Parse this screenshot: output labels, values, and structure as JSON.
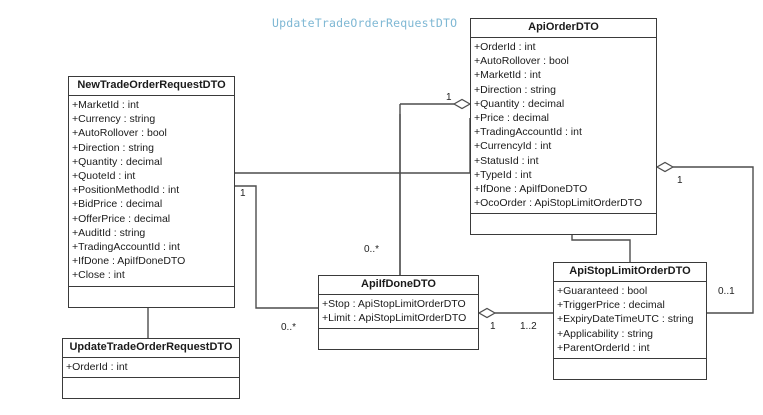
{
  "diagram": {
    "title": "UpdateTradeOrderRequestDTO",
    "title_color": "#7fb8d4",
    "line_color": "#4d4d4d",
    "border_color": "#3a3a3a",
    "background": "#ffffff",
    "classes": [
      {
        "id": "new-trade-order-request-dto",
        "name": "NewTradeOrderRequestDTO",
        "attributes": [
          "+MarketId : int",
          "+Currency : string",
          "+AutoRollover : bool",
          "+Direction : string",
          "+Quantity : decimal",
          "+QuoteId : int",
          "+PositionMethodId : int",
          "+BidPrice : decimal",
          "+OfferPrice : decimal",
          "+AuditId : string",
          "+TradingAccountId : int",
          "+IfDone : ApiIfDoneDTO",
          "+Close : int"
        ],
        "operations": []
      },
      {
        "id": "api-order-dto",
        "name": "ApiOrderDTO",
        "attributes": [
          "+OrderId : int",
          "+AutoRollover : bool",
          "+MarketId : int",
          "+Direction : string",
          "+Quantity : decimal",
          "+Price : decimal",
          "+TradingAccountId : int",
          "+CurrencyId : int",
          "+StatusId : int",
          "+TypeId : int",
          "+IfDone : ApiIfDoneDTO",
          "+OcoOrder : ApiStopLimitOrderDTO"
        ],
        "operations": []
      },
      {
        "id": "api-if-done-dto",
        "name": "ApiIfDoneDTO",
        "attributes": [
          "+Stop : ApiStopLimitOrderDTO",
          "+Limit : ApiStopLimitOrderDTO"
        ],
        "operations": []
      },
      {
        "id": "api-stop-limit-order-dto",
        "name": "ApiStopLimitOrderDTO",
        "attributes": [
          "+Guaranteed : bool",
          "+TriggerPrice : decimal",
          "+ExpiryDateTimeUTC : string",
          "+Applicability : string",
          "+ParentOrderId : int"
        ],
        "operations": []
      },
      {
        "id": "update-trade-order-request-dto",
        "name": "UpdateTradeOrderRequestDTO",
        "attributes": [
          "+OrderId : int"
        ],
        "operations": []
      }
    ],
    "multiplicities": [
      {
        "id": "mult-newtrade-ifdone-source",
        "label": "1"
      },
      {
        "id": "mult-apiorder-left",
        "label": "1"
      },
      {
        "id": "mult-apiorder-right",
        "label": "1"
      },
      {
        "id": "mult-apiorder-ifdone-target",
        "label": "0..*"
      },
      {
        "id": "mult-newtrade-ifdone-target",
        "label": "0..*"
      },
      {
        "id": "mult-ifdone-stoplimit-source",
        "label": "1"
      },
      {
        "id": "mult-ifdone-stoplimit-target",
        "label": "1..2"
      },
      {
        "id": "mult-apiorder-oco-target",
        "label": "0..1"
      }
    ],
    "relationships": [
      {
        "id": "rel-newtrade-to-apiorder",
        "type": "aggregation",
        "from": "new-trade-order-request-dto",
        "to": "api-order-dto"
      },
      {
        "id": "rel-apiorder-to-ifdone",
        "type": "aggregation",
        "from": "api-order-dto",
        "to": "api-if-done-dto"
      },
      {
        "id": "rel-newtrade-to-ifdone",
        "type": "aggregation",
        "from": "new-trade-order-request-dto",
        "to": "api-if-done-dto"
      },
      {
        "id": "rel-ifdone-to-stoplimit",
        "type": "aggregation",
        "from": "api-if-done-dto",
        "to": "api-stop-limit-order-dto"
      },
      {
        "id": "rel-apiorder-to-stoplimit-oco",
        "type": "aggregation",
        "from": "api-order-dto",
        "to": "api-stop-limit-order-dto"
      },
      {
        "id": "rel-stoplimit-inherits-apiorder",
        "type": "generalization",
        "from": "api-stop-limit-order-dto",
        "to": "api-order-dto"
      },
      {
        "id": "rel-update-inherits-newtrade",
        "type": "generalization",
        "from": "update-trade-order-request-dto",
        "to": "new-trade-order-request-dto"
      }
    ]
  }
}
